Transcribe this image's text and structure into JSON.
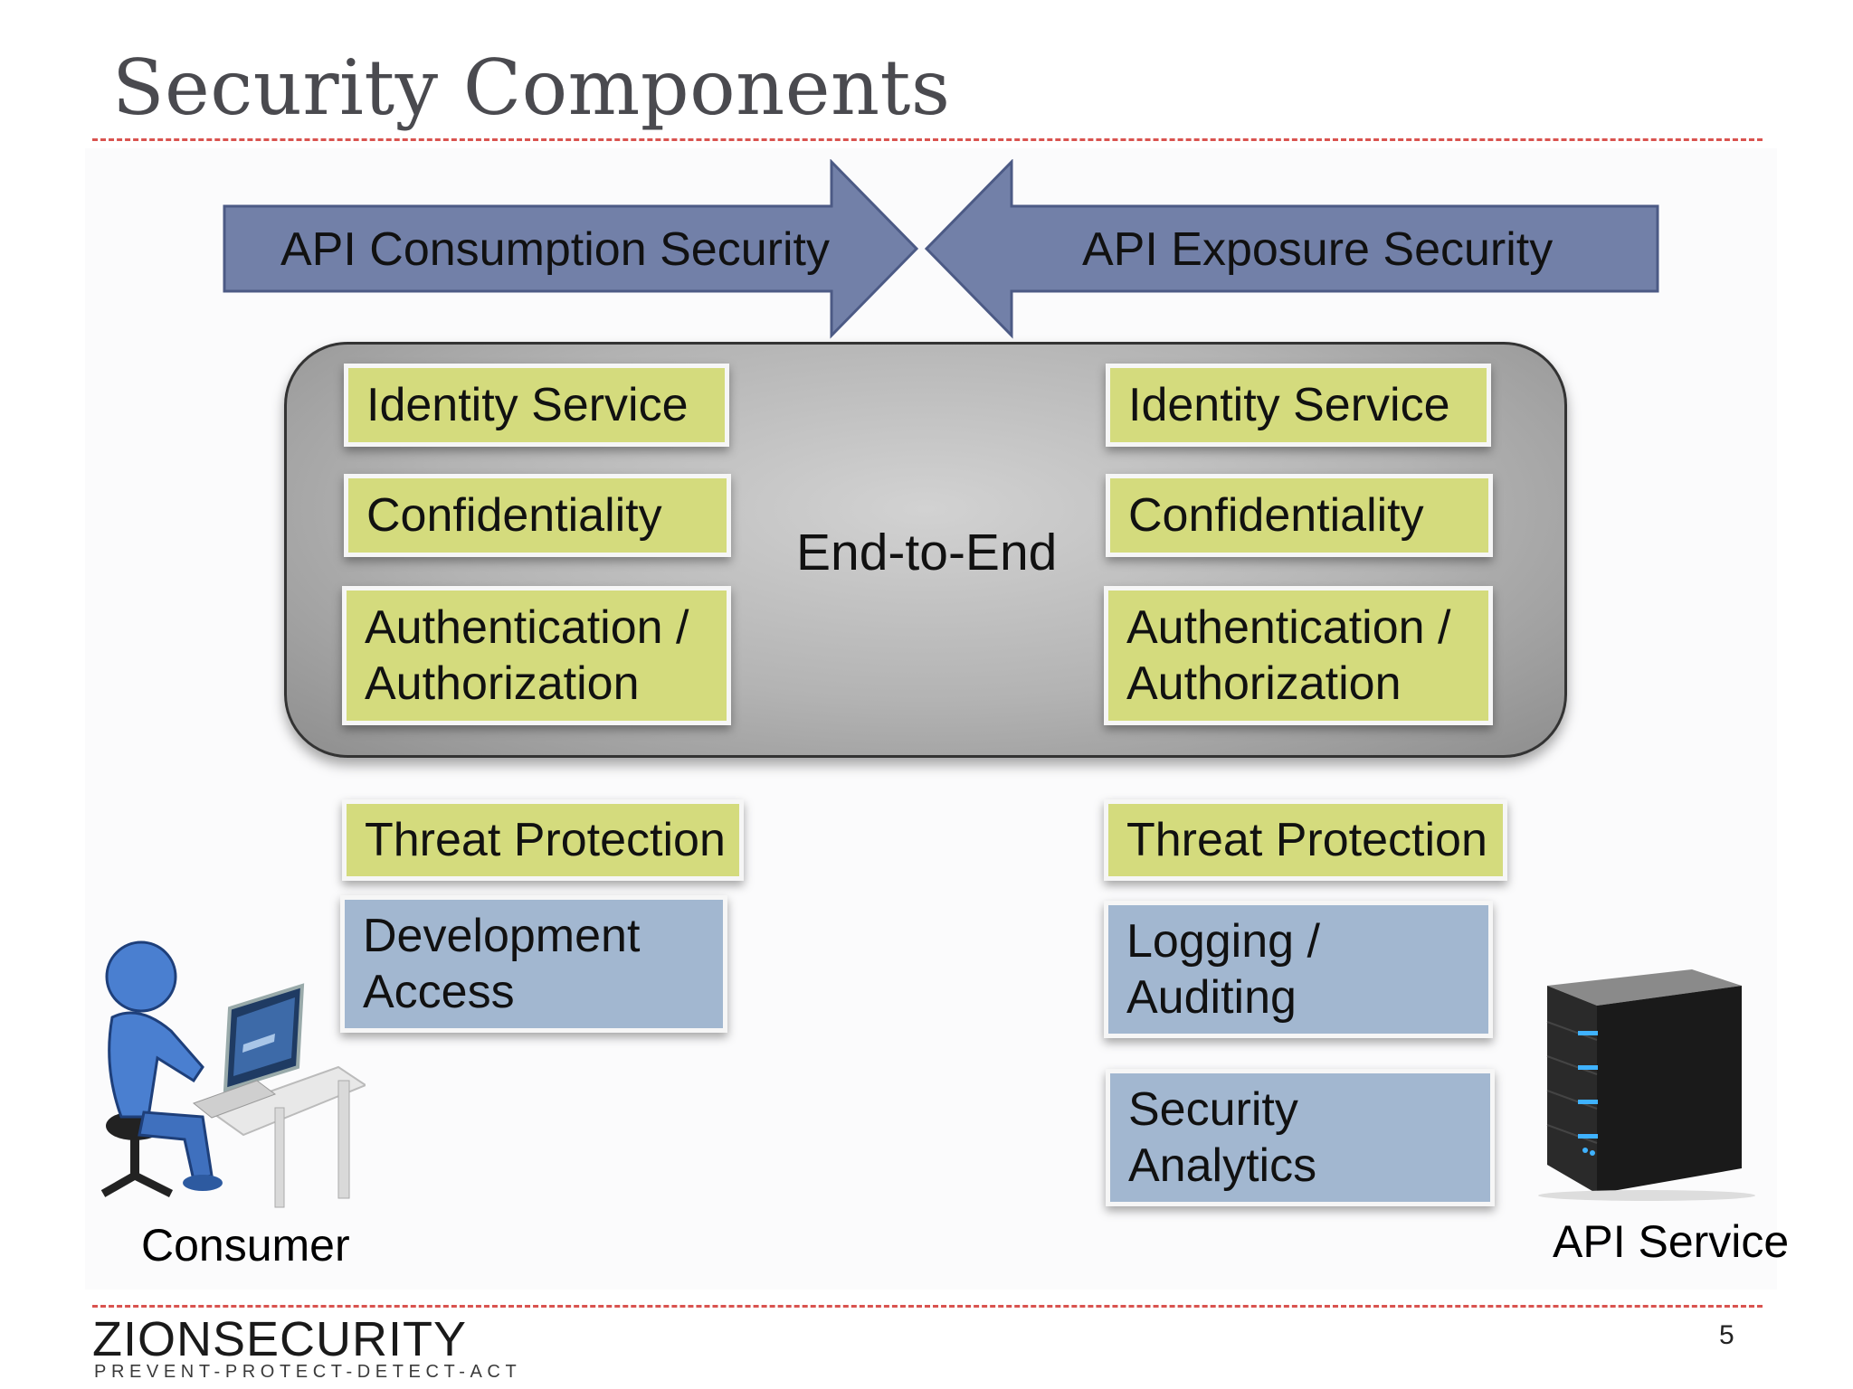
{
  "title": "Security Components",
  "arrows": {
    "left_label": "API Consumption Security",
    "right_label": "API Exposure Security",
    "color": "#7280a8"
  },
  "center_label": "End-to-End",
  "left_column": {
    "inside": [
      "Identity Service",
      "Confidentiality",
      "Authentication /\nAuthorization"
    ],
    "threat": "Threat Protection",
    "extra": [
      "Development\nAccess"
    ]
  },
  "right_column": {
    "inside": [
      "Identity Service",
      "Confidentiality",
      "Authentication /\nAuthorization"
    ],
    "threat": "Threat Protection",
    "extra": [
      "Logging /\nAuditing",
      "Security\nAnalytics"
    ]
  },
  "actors": {
    "consumer": "Consumer",
    "service": "API Service"
  },
  "footer": {
    "logo": "ZIONSECURITY",
    "tagline": "PREVENT-PROTECT-DETECT-ACT",
    "page_number": "5"
  },
  "colors": {
    "green_box": "#d4db7d",
    "blue_box": "#a2b7d0",
    "rule": "#d9534f"
  },
  "icons": [
    "consumer-at-computer-icon",
    "server-tower-icon"
  ]
}
